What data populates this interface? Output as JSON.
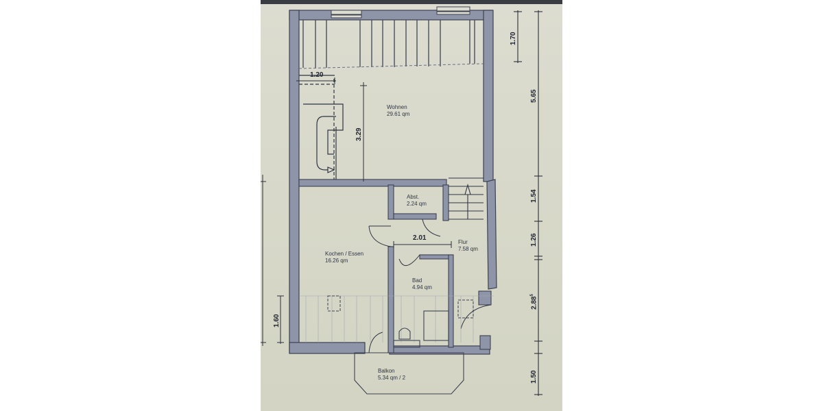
{
  "floor_plan": {
    "rooms": [
      {
        "id": "wohnen",
        "name": "Wohnen",
        "area": "29.61 qm"
      },
      {
        "id": "abst",
        "name": "Abst.",
        "area": "2.24 qm"
      },
      {
        "id": "flur",
        "name": "Flur",
        "area": "7.58 qm"
      },
      {
        "id": "kochen",
        "name": "Kochen / Essen",
        "area": "16.26 qm"
      },
      {
        "id": "bad",
        "name": "Bad",
        "area": "4.94 qm"
      },
      {
        "id": "balkon",
        "name": "Balkon",
        "area": "5.34 qm / 2"
      }
    ],
    "dimensions": {
      "inner": {
        "stair_width": "1.20",
        "wohnen_depth": "3.29",
        "flur_width": "2.01",
        "left_1_60": "1.60"
      },
      "right_chain": {
        "top_1_70": "1.70",
        "total_5_65": "5.65",
        "seg_1_54": "1.54",
        "seg_1_26": "1.26",
        "seg_2_88": "2.88",
        "seg_2_88_sup": "5",
        "seg_1_50": "1.50"
      }
    },
    "colors": {
      "paper": "#d8d9ca",
      "wall_fill": "#8e95a8",
      "wall_line": "#3c4150",
      "text": "#2d3444"
    }
  }
}
